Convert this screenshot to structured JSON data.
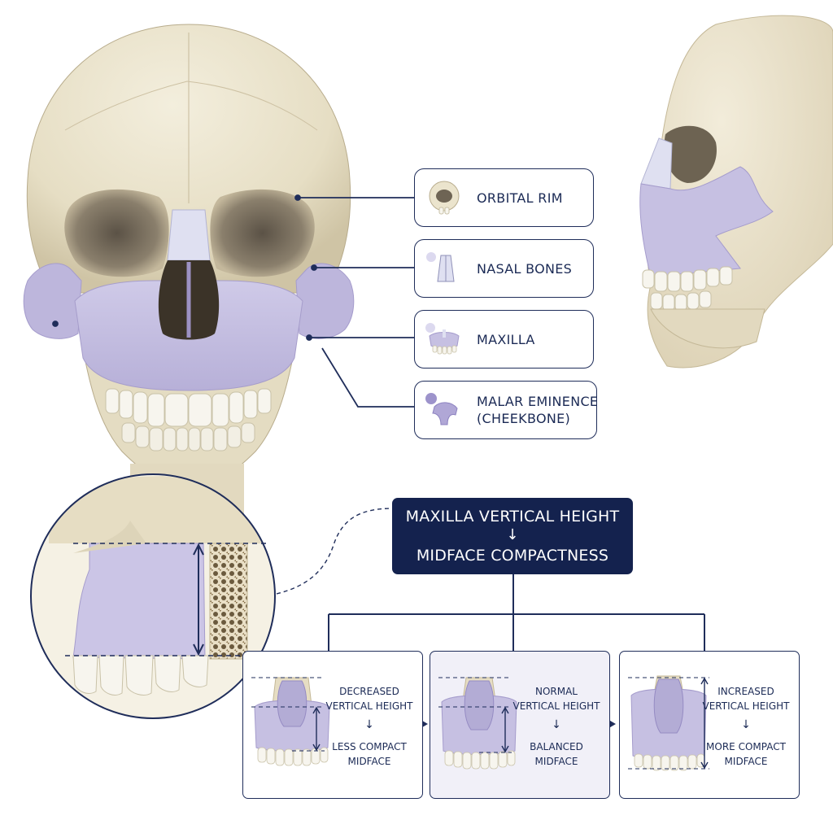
{
  "labels": {
    "orbital_rim": "ORBITAL RIM",
    "nasal_bones": "NASAL BONES",
    "maxilla": "MAXILLA",
    "malar_line1": "MALAR EMINENCE",
    "malar_line2": "(CHEEKBONE)"
  },
  "title": {
    "line1": "MAXILLA VERTICAL HEIGHT",
    "arrow": "↓",
    "line2": "MIDFACE COMPACTNESS"
  },
  "panels": {
    "decreased": {
      "line1": "DECREASED",
      "line2": "VERTICAL HEIGHT",
      "arrow": "↓",
      "line3": "LESS COMPACT",
      "line4": "MIDFACE"
    },
    "normal": {
      "line1": "NORMAL",
      "line2": "VERTICAL HEIGHT",
      "arrow": "↓",
      "line3": "BALANCED",
      "line4": "MIDFACE"
    },
    "increased": {
      "line1": "INCREASED",
      "line2": "VERTICAL HEIGHT",
      "arrow": "↓",
      "line3": "MORE COMPACT",
      "line4": "MIDFACE"
    }
  },
  "colors": {
    "bone": "#ece5cf",
    "bone_shade": "#d9cfb3",
    "maxilla": "#c7c1e2",
    "nasal": "#dedff0",
    "navy": "#14224e",
    "tooth": "#f7f5ee"
  }
}
